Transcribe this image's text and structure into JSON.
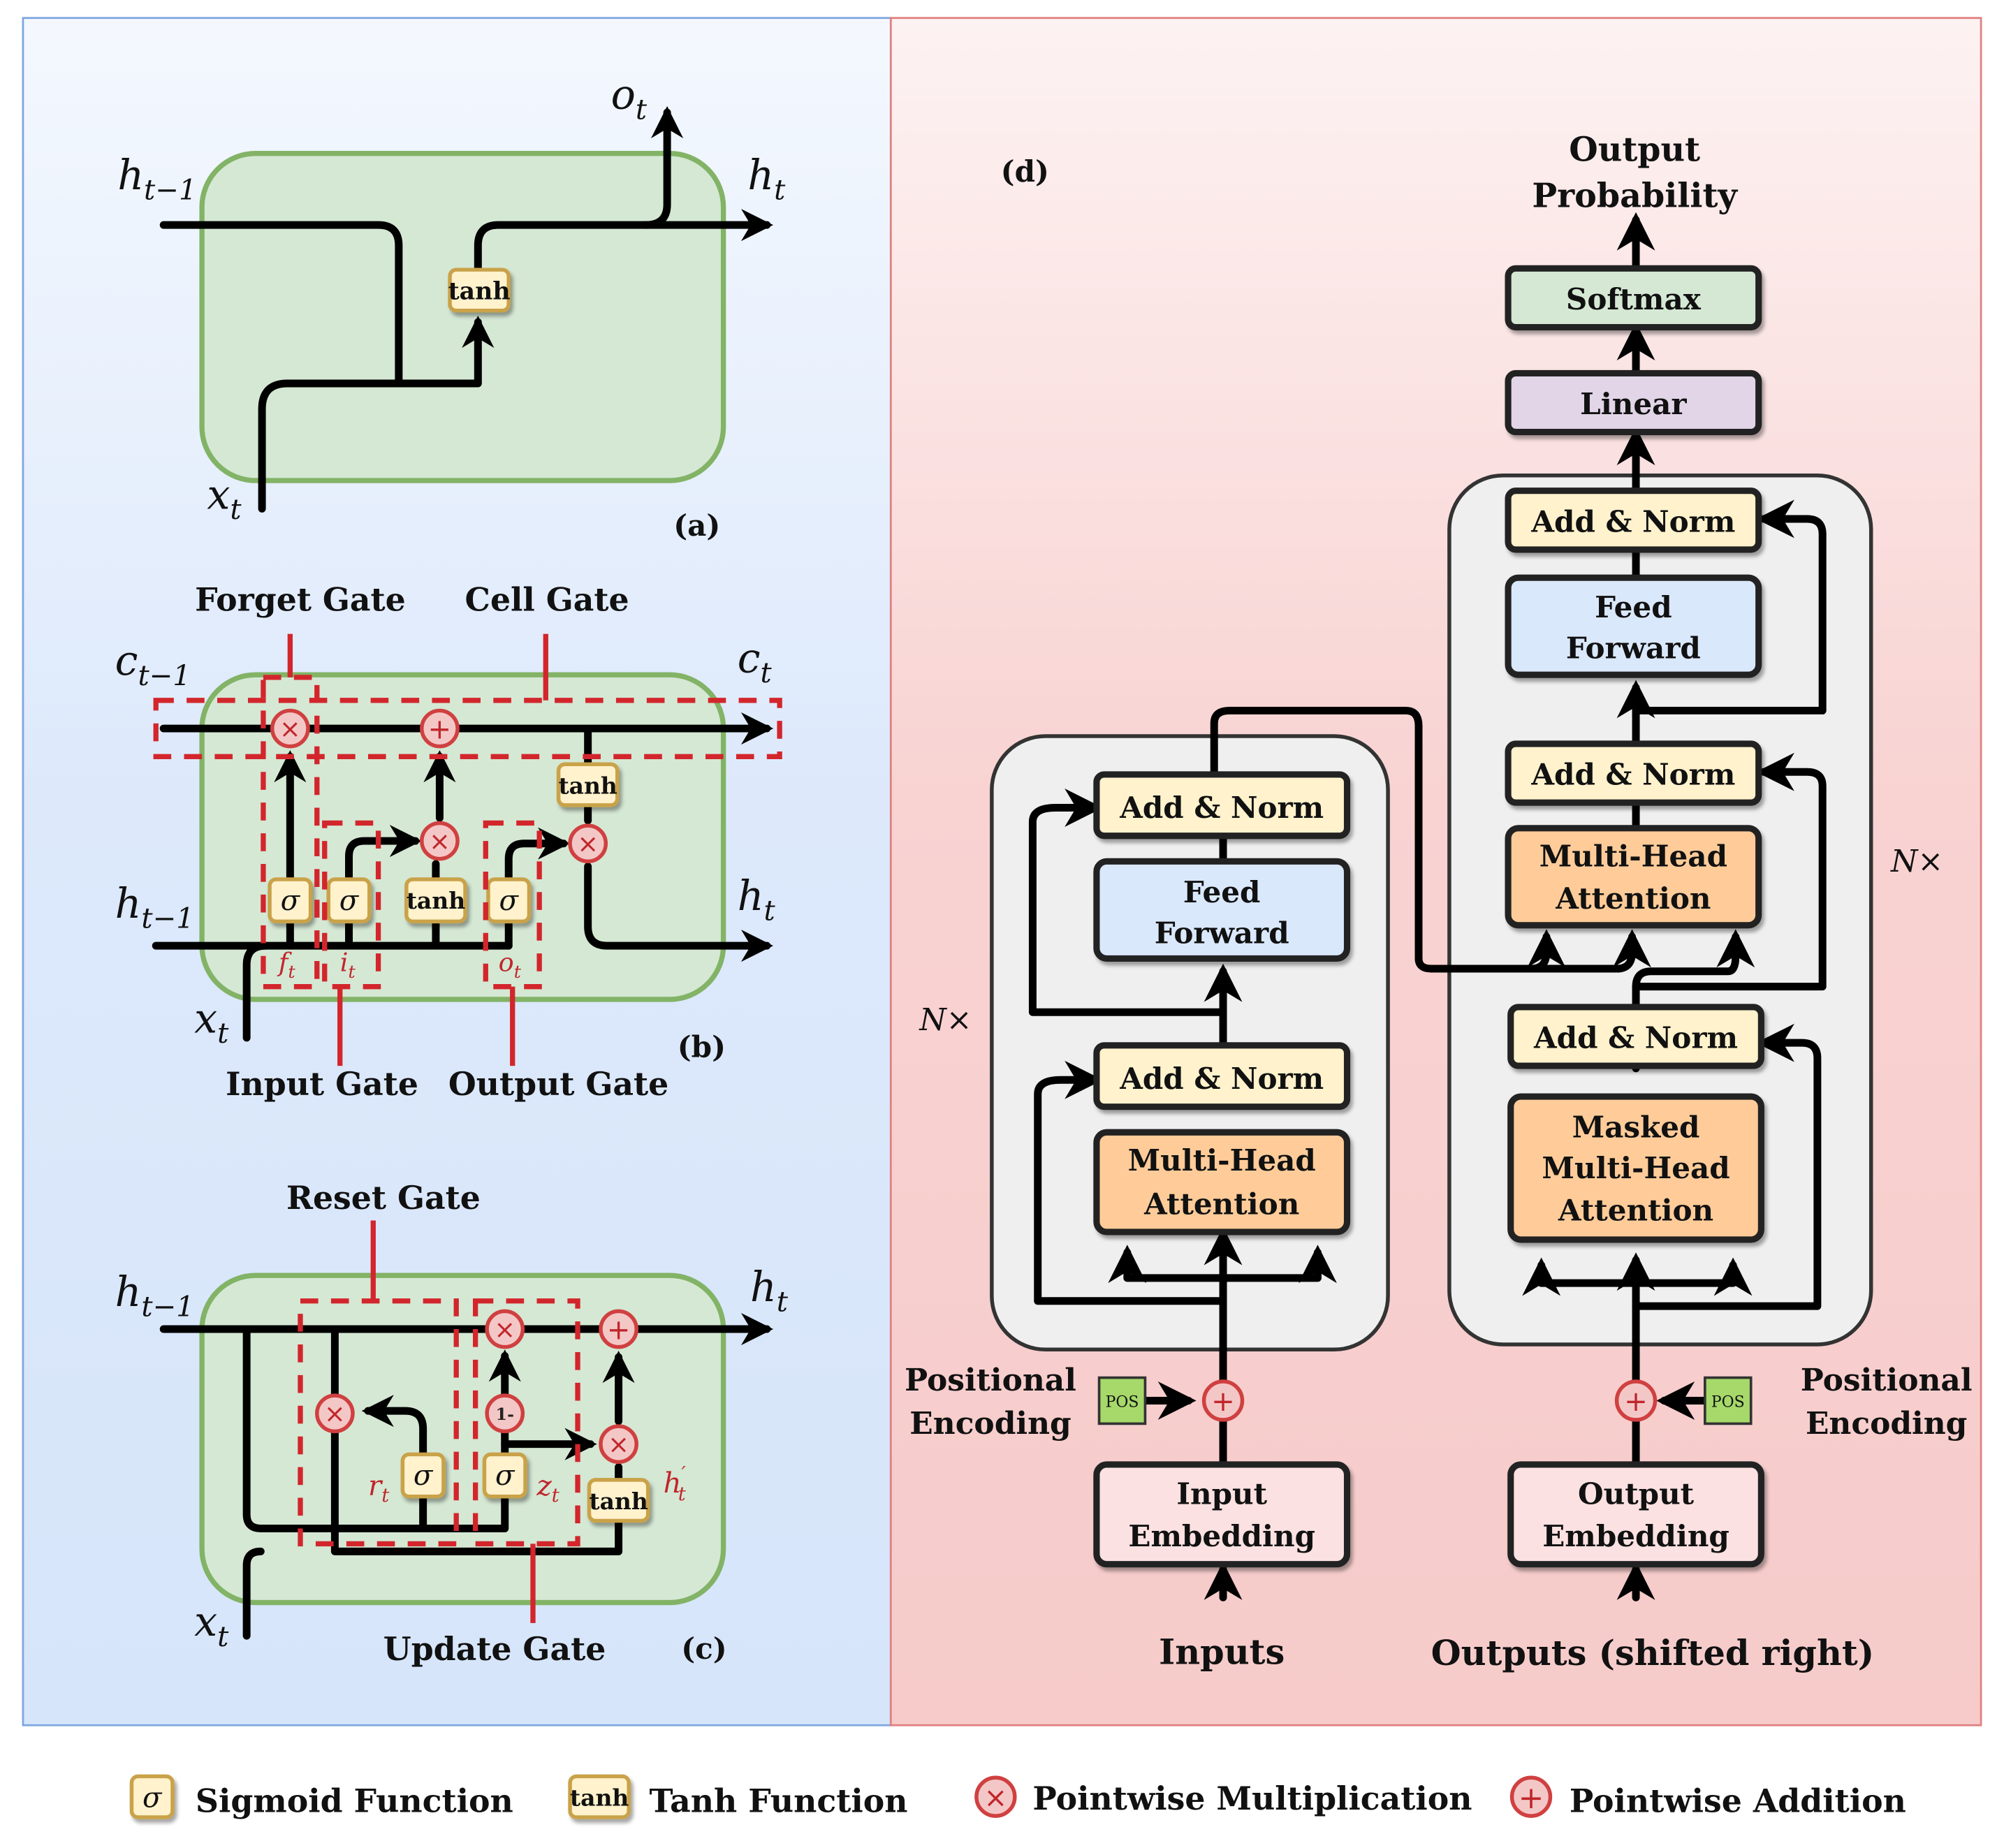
{
  "panel_a": {
    "label": "(a)",
    "tanh": "tanh",
    "h_prev": {
      "base": "h",
      "sub": "t−1"
    },
    "h_t": {
      "base": "h",
      "sub": "t"
    },
    "x_t": {
      "base": "x",
      "sub": "t"
    },
    "o_t": {
      "base": "o",
      "sub": "t"
    }
  },
  "panel_b": {
    "label": "(b)",
    "forget_gate": "Forget Gate",
    "cell_gate": "Cell Gate",
    "input_gate": "Input Gate",
    "output_gate": "Output Gate",
    "c_prev": {
      "base": "c",
      "sub": "t−1"
    },
    "c_t": {
      "base": "c",
      "sub": "t"
    },
    "h_prev": {
      "base": "h",
      "sub": "t−1"
    },
    "h_t": {
      "base": "h",
      "sub": "t"
    },
    "x_t": {
      "base": "x",
      "sub": "t"
    },
    "f_t": {
      "base": "f",
      "sub": "t"
    },
    "i_t": {
      "base": "i",
      "sub": "t"
    },
    "o_t": {
      "base": "o",
      "sub": "t"
    },
    "sigma": "σ",
    "tanh": "tanh"
  },
  "panel_c": {
    "label": "(c)",
    "reset_gate": "Reset Gate",
    "update_gate": "Update Gate",
    "h_prev": {
      "base": "h",
      "sub": "t−1"
    },
    "h_t": {
      "base": "h",
      "sub": "t"
    },
    "x_t": {
      "base": "x",
      "sub": "t"
    },
    "r_t": {
      "base": "r",
      "sub": "t"
    },
    "z_t": {
      "base": "z",
      "sub": "t"
    },
    "h_cand": {
      "base": "h",
      "sub": "t",
      "sup": "′"
    },
    "one_minus": "1-",
    "sigma": "σ",
    "tanh": "tanh"
  },
  "panel_d": {
    "label": "(d)",
    "output_probability": [
      "Output",
      "Probability"
    ],
    "softmax": "Softmax",
    "linear": "Linear",
    "add_norm": "Add & Norm",
    "feed_forward": [
      "Feed",
      "Forward"
    ],
    "multi_head_attention": [
      "Multi-Head",
      "Attention"
    ],
    "masked_multi_head_attention": [
      "Masked",
      "Multi-Head",
      "Attention"
    ],
    "input_embedding": [
      "Input",
      "Embedding"
    ],
    "output_embedding": [
      "Output",
      "Embedding"
    ],
    "inputs": "Inputs",
    "outputs": "Outputs (shifted right)",
    "positional_encoding": [
      "Positional",
      "Encoding"
    ],
    "pos": "POS",
    "nx": "N×"
  },
  "legend": {
    "sigmoid_symbol": "σ",
    "sigmoid": "Sigmoid Function",
    "tanh_symbol": "tanh",
    "tanh": "Tanh Function",
    "mult_symbol": "×",
    "mult": "Pointwise Multiplication",
    "add_symbol": "+",
    "add": "Pointwise Addition"
  },
  "colors": {
    "lstm_fill": "#d5e8d4",
    "lstm_stroke": "#82b366",
    "left_bg": "#dbe8fb",
    "right_bg": "#f8cecc",
    "chip_fill": "#fff2cc",
    "op_fill": "#f4c7c7",
    "gate_red": "#d2262c",
    "add_norm_fill": "#fff2cc",
    "feed_forward_fill": "#dae8fc",
    "attention_fill": "#ffcc99",
    "linear_fill": "#e1d5e7",
    "softmax_fill": "#d5e8d4",
    "pos_fill": "#a6d96a"
  }
}
